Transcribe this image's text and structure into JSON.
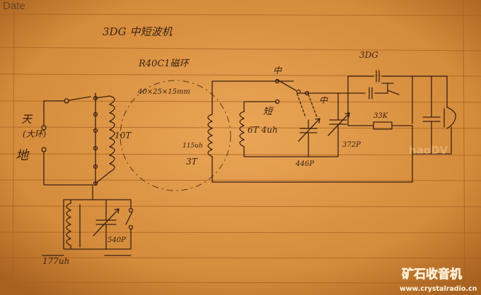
{
  "header": {
    "date_label": "Date"
  },
  "title": "3DG 中短波机",
  "core_note": "R40C1磁环",
  "core_size": "40×25×15mm",
  "antenna": {
    "sky": "天",
    "sky_sub": "(大环)",
    "ground": "地"
  },
  "coils": {
    "primary_turns": "10T",
    "coupling_inductance": "115uh",
    "coupling_turns": "3T",
    "sw_coil": "6T 4uh",
    "loop_inductance": "177uh"
  },
  "switch": {
    "mw": "中",
    "sw": "短",
    "sw_pos2": "中"
  },
  "capacitors": {
    "c1": "372P",
    "c2": "446P",
    "c_loop": "540P"
  },
  "transistor": "3DG",
  "resistor": "33K",
  "watermark": {
    "site_logo": "haoDV",
    "brand": "矿石收音机",
    "url": "www.crystalradio.cn"
  },
  "colors": {
    "paper": "#d9903f",
    "ink": "#3a2010",
    "rule": "#a85f22",
    "brand": "#d8231c"
  }
}
